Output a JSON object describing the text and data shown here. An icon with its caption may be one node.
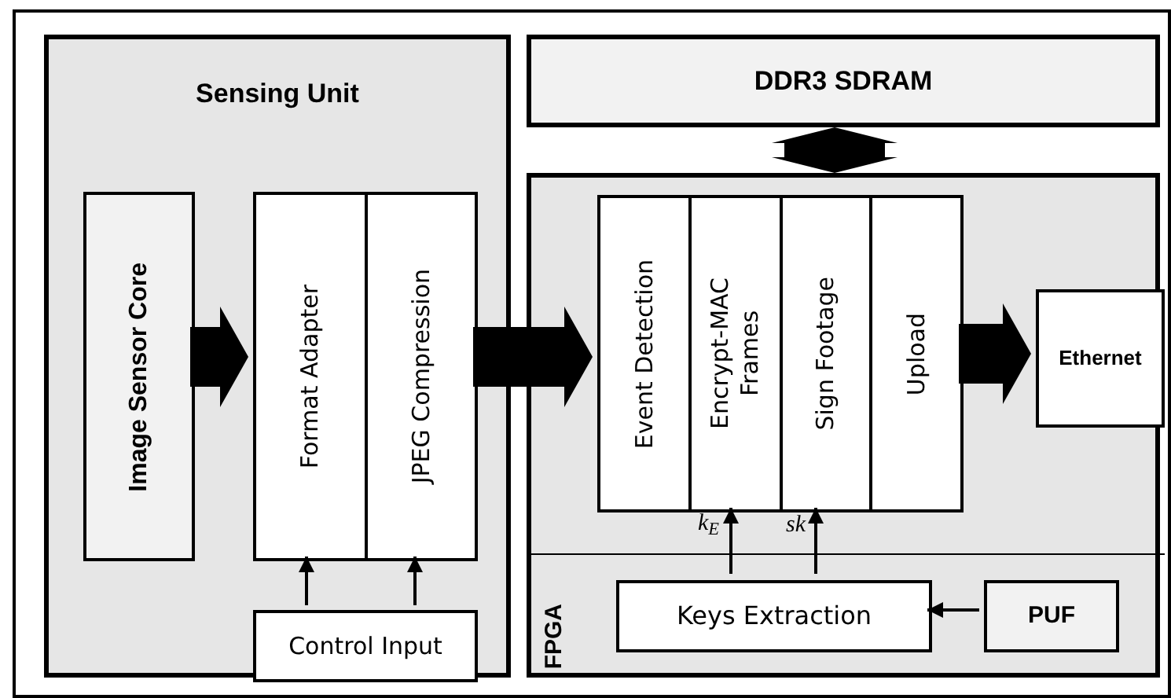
{
  "diagram": {
    "nodes": [
      {
        "text": [
          "Sensing Unit"
        ]
      },
      {
        "text": [
          "Image Sensor Core"
        ],
        "in": 0
      },
      {
        "text": [
          "Format Adapter"
        ],
        "in": 0
      },
      {
        "text": [
          "JPEG Compression"
        ],
        "in": 0
      },
      {
        "text": [
          "Control Input"
        ],
        "in": 0
      },
      {
        "text": [
          "DDR3 SDRAM"
        ]
      },
      {
        "text": [],
        "shape": "box"
      },
      {
        "text": [
          "FPGA"
        ],
        "in": 6
      },
      {
        "text": [
          "Event Detection"
        ],
        "in": 6
      },
      {
        "text": [
          "Encrypt-MAC Frames"
        ],
        "in": 6
      },
      {
        "text": [
          "Sign Footage"
        ],
        "in": 6
      },
      {
        "text": [
          "Upload"
        ],
        "in": 6
      },
      {
        "text": [
          "Ethernet"
        ],
        "in": 6
      },
      {
        "text": [
          "Keys Extraction"
        ],
        "in": 7
      },
      {
        "text": [
          "PUF"
        ],
        "in": 7
      }
    ],
    "edges": [
      {
        "from": 1,
        "to": 2,
        "arrow": "to",
        "style": "thick"
      },
      {
        "from": 4,
        "to": 2,
        "arrow": "to"
      },
      {
        "from": 4,
        "to": 3,
        "arrow": "to"
      },
      {
        "from": 3,
        "to": 8,
        "arrow": "to",
        "style": "thick"
      },
      {
        "from": 5,
        "to": 6,
        "arrow": "both",
        "style": "thick"
      },
      {
        "from": 11,
        "to": 12,
        "arrow": "to",
        "style": "thick"
      },
      {
        "from": 13,
        "to": 9,
        "arrow": "to",
        "label": "k$_{E}$"
      },
      {
        "from": 13,
        "to": 10,
        "arrow": "to",
        "label": "sk"
      },
      {
        "from": 14,
        "to": 13,
        "arrow": "to"
      }
    ]
  }
}
